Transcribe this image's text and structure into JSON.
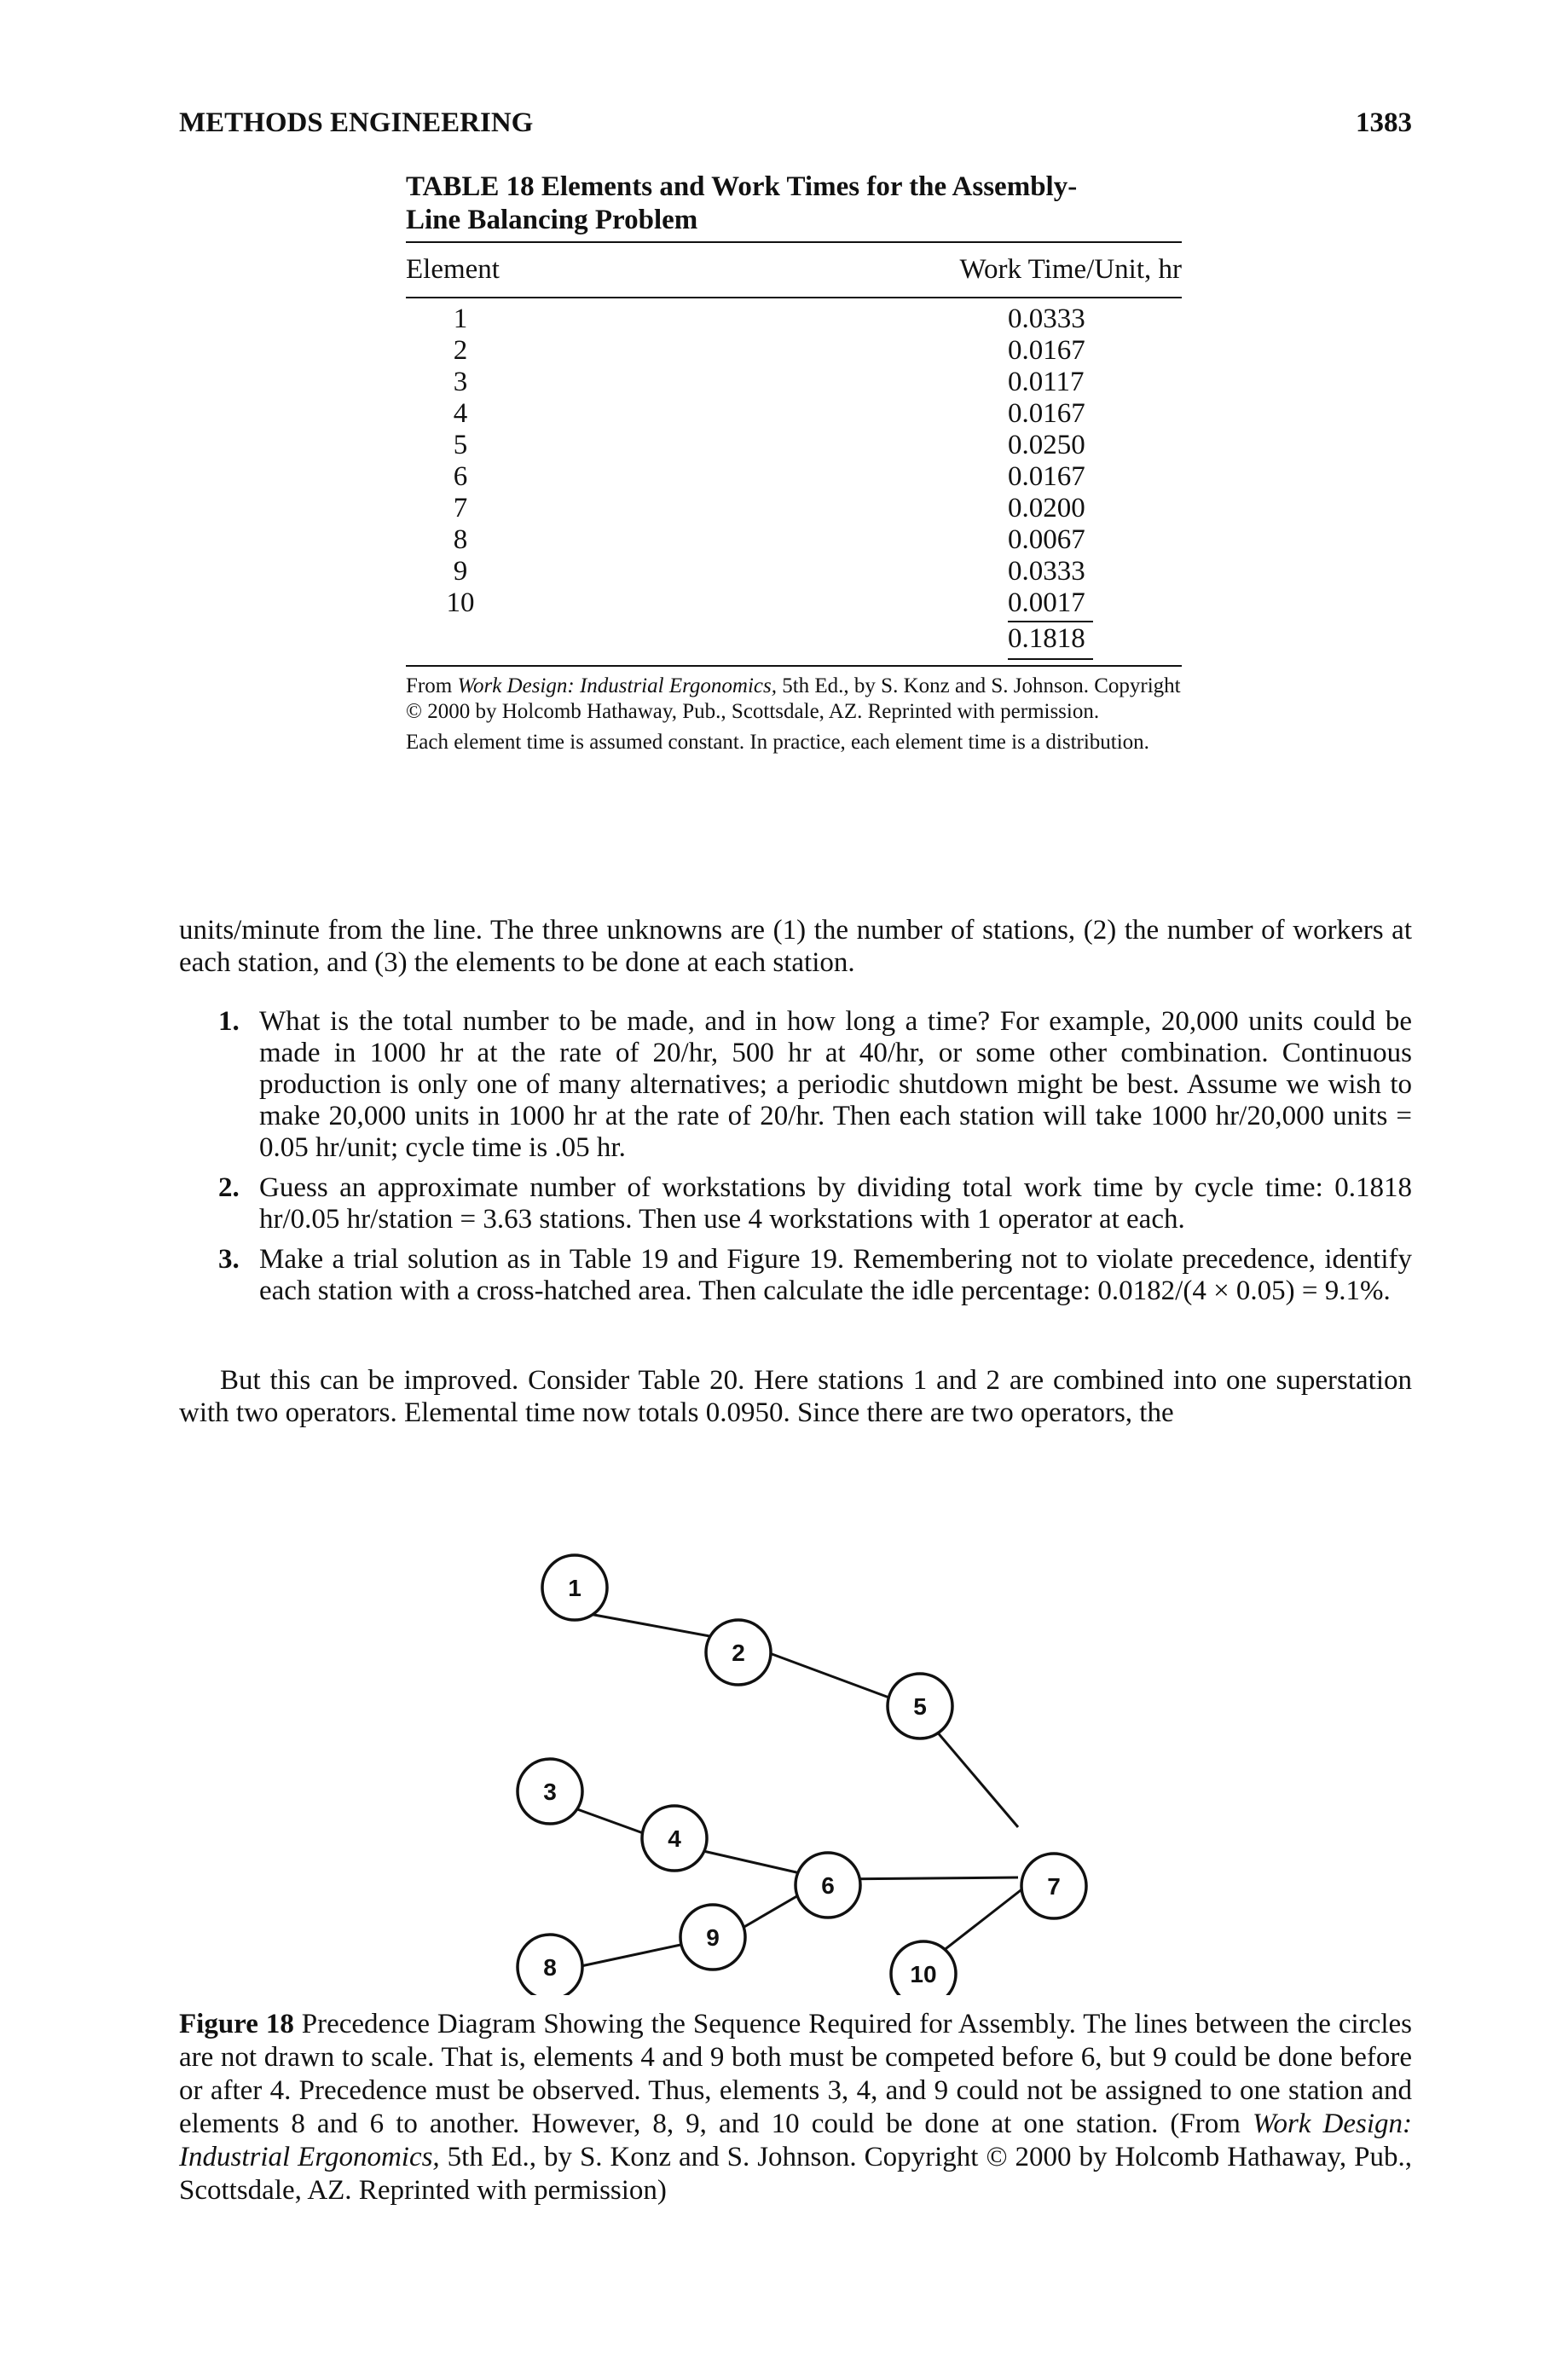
{
  "header": {
    "left": "METHODS ENGINEERING",
    "page_number": "1383"
  },
  "table": {
    "caption_line1": "TABLE 18   Elements and Work Times for the Assembly-",
    "caption_line2": "Line Balancing Problem",
    "col_element": "Element",
    "col_work_time": "Work Time/Unit, hr",
    "rows": [
      {
        "element": "1",
        "time": "0.0333"
      },
      {
        "element": "2",
        "time": "0.0167"
      },
      {
        "element": "3",
        "time": "0.0117"
      },
      {
        "element": "4",
        "time": "0.0167"
      },
      {
        "element": "5",
        "time": "0.0250"
      },
      {
        "element": "6",
        "time": "0.0167"
      },
      {
        "element": "7",
        "time": "0.0200"
      },
      {
        "element": "8",
        "time": "0.0067"
      },
      {
        "element": "9",
        "time": "0.0333"
      },
      {
        "element": "10",
        "time": "0.0017"
      }
    ],
    "total": "0.1818",
    "source_prefix": "From ",
    "source_title": "Work Design: Industrial Ergonomics,",
    "source_rest": " 5th Ed., by S. Konz and S. Johnson. Copyright © 2000 by Holcomb Hathaway, Pub., Scottsdale, AZ. Reprinted with permission.",
    "note": "Each element time is assumed constant. In practice, each element time is a distribution."
  },
  "body": {
    "para1": "units/minute from the line. The three unknowns are (1) the number of stations, (2) the number of workers at each station, and (3) the elements to be done at each station.",
    "list": [
      {
        "num": "1.",
        "text": "What is the total number to be made, and in how long a time? For example, 20,000 units could be made in 1000 hr at the rate of 20/hr, 500 hr at 40/hr, or some other combination. Continuous production is only one of many alternatives; a periodic shutdown might be best. Assume we wish to make 20,000 units in 1000 hr at the rate of 20/hr. Then each station will take 1000 hr/20,000 units = 0.05 hr/unit; cycle time is .05 hr."
      },
      {
        "num": "2.",
        "text": "Guess an approximate number of workstations by dividing total work time by cycle time: 0.1818 hr/0.05 hr/station = 3.63 stations. Then use 4 workstations with 1 operator at each."
      },
      {
        "num": "3.",
        "text": "Make a trial solution as in Table 19 and Figure 19. Remembering not to violate precedence, identify each station with a cross-hatched area. Then calculate the idle percentage: 0.0182/(4 × 0.05) = 9.1%."
      }
    ],
    "para2": "But this can be improved. Consider Table 20. Here stations 1 and 2 are combined into one superstation with two operators. Elemental time now totals 0.0950. Since there are two operators, the"
  },
  "diagram": {
    "nodes": [
      "1",
      "2",
      "3",
      "4",
      "5",
      "6",
      "7",
      "8",
      "9",
      "10"
    ],
    "edges": [
      [
        "1",
        "2"
      ],
      [
        "2",
        "5"
      ],
      [
        "5",
        "7"
      ],
      [
        "3",
        "4"
      ],
      [
        "4",
        "6"
      ],
      [
        "6",
        "7"
      ],
      [
        "9",
        "6"
      ],
      [
        "8",
        "9"
      ],
      [
        "10",
        "7"
      ]
    ]
  },
  "figure": {
    "label": "Figure 18",
    "text_a": "   Precedence Diagram Showing the Sequence Required for Assembly. The lines between the circles are not drawn to scale. That is, elements 4 and 9 both must be competed before 6, but 9 could be done before or after 4. Precedence must be observed. Thus, elements 3, 4, and 9 could not be assigned to one station and elements 8 and 6 to another. However, 8, 9, and 10 could be done at one station. (From ",
    "source_title": "Work Design: Industrial Ergonomics,",
    "text_b": " 5th Ed., by S. Konz and S. Johnson. Copyright © 2000 by Holcomb Hathaway, Pub., Scottsdale, AZ. Reprinted with permission)"
  }
}
